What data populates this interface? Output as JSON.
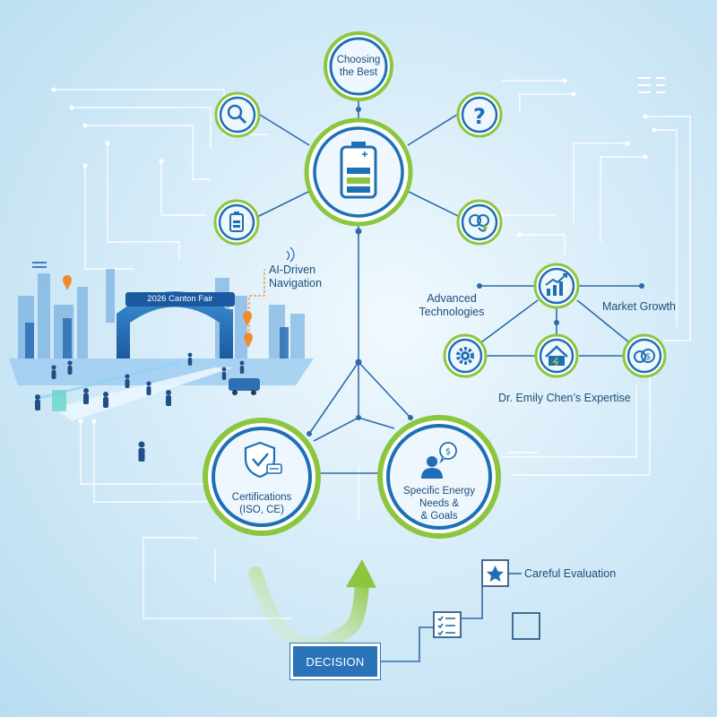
{
  "nodes": {
    "top": {
      "label_line1": "Choosing",
      "label_line2": "the Best"
    },
    "certifications": {
      "label_line1": "Certifications",
      "label_line2": "(ISO, CE)"
    },
    "needs": {
      "label_line1": "Specific Energy",
      "label_line2": "Needs &",
      "label_line3": "& Goals"
    }
  },
  "labels": {
    "ai_nav_line1": "AI-Driven",
    "ai_nav_line2": "Navigation",
    "fair_sign": "2026 Canton Fair",
    "advanced_line1": "Advanced",
    "advanced_line2": "Technologies",
    "market_growth": "Market Growth",
    "expertise": "Dr. Emily Chen’s Expertise",
    "careful_evaluation": "Careful Evaluation",
    "decision": "DECISION"
  },
  "icons": {
    "hub": "battery-icon",
    "magnifier": "magnifier-icon",
    "question": "question-icon",
    "small_battery": "small-battery-icon",
    "brain": "brain-icon",
    "growth": "growth-chart-icon",
    "gear": "gear-icon",
    "house": "eco-house-icon",
    "coins": "coins-icon",
    "shield": "shield-check-icon",
    "person": "person-idea-icon",
    "star": "star-icon",
    "checklist": "checklist-icon"
  },
  "colors": {
    "primary_blue": "#1f6fb5",
    "accent_green": "#8cc63f",
    "line_blue": "#2f6aa8",
    "text_blue": "#1e4d7b"
  }
}
